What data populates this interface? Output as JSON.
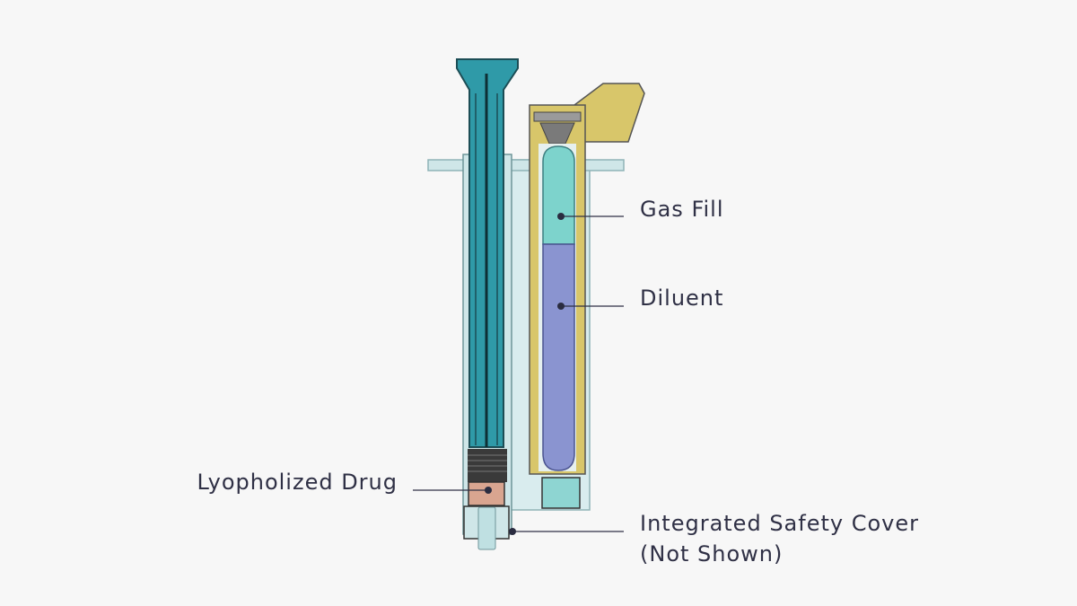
{
  "labels": {
    "gas_fill": "Gas Fill",
    "diluent": "Diluent",
    "lyophilized_drug": "Lyopholized Drug",
    "safety_cover_line1": "Integrated Safety Cover",
    "safety_cover_line2": "(Not Shown)"
  },
  "colors": {
    "background": "#f7f7f7",
    "plunger": "#2f9aa8",
    "barrel": "#cfe6e8",
    "cartridge": "#d8c66a",
    "gas": "#7dd3cc",
    "diluent": "#8a94d0",
    "drug": "#d9a590",
    "text": "#2f3045"
  }
}
